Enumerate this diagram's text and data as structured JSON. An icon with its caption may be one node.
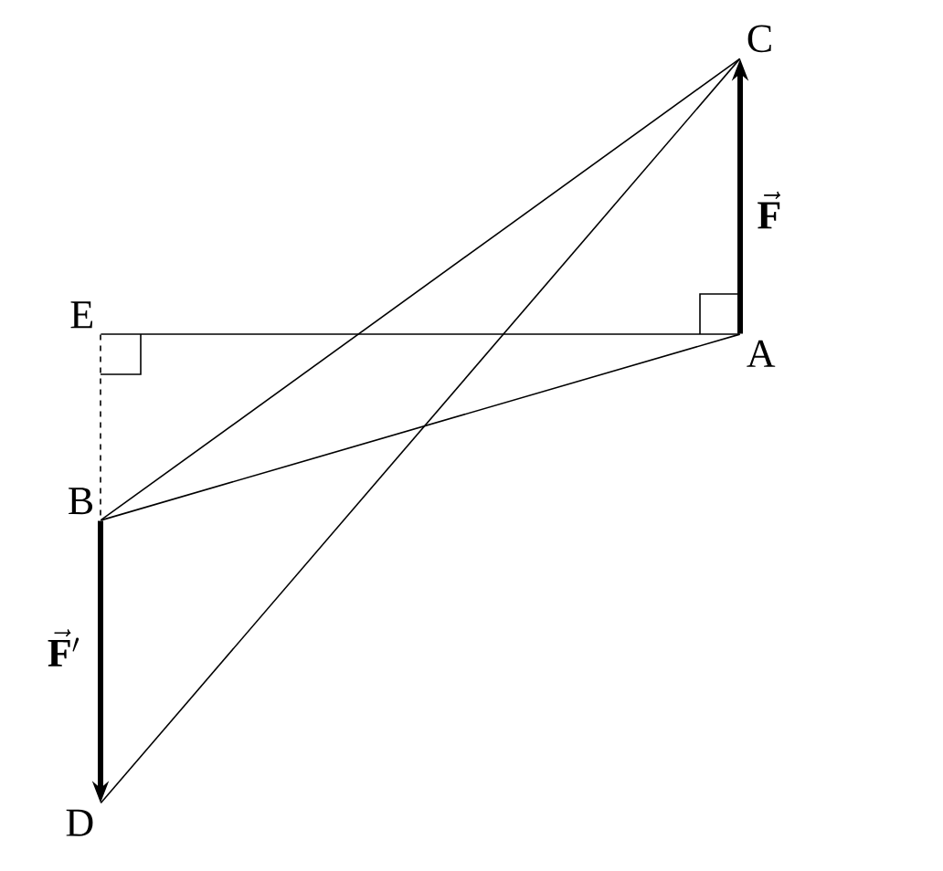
{
  "diagram": {
    "nodes": [
      {
        "text": [
          "C"
        ]
      },
      {
        "text": [
          "E"
        ]
      },
      {
        "text": [
          "A"
        ]
      },
      {
        "text": [
          "B"
        ]
      },
      {
        "text": [
          "D"
        ]
      }
    ],
    "edges": [
      {
        "from": 1,
        "to": 2,
        "arrow": "none"
      },
      {
        "from": 1,
        "to": 3,
        "arrow": "none",
        "style": "dashed"
      },
      {
        "from": 2,
        "to": 0,
        "arrow": "to",
        "style": "thick",
        "label": "\\vec{\\mathbf{F}}"
      },
      {
        "from": 3,
        "to": 2,
        "arrow": "none"
      },
      {
        "from": 3,
        "to": 0,
        "arrow": "none"
      },
      {
        "from": 3,
        "to": 4,
        "arrow": "to",
        "style": "thick",
        "label": "\\vec{\\mathbf{F}}'"
      },
      {
        "from": 4,
        "to": 0,
        "arrow": "none"
      }
    ]
  }
}
